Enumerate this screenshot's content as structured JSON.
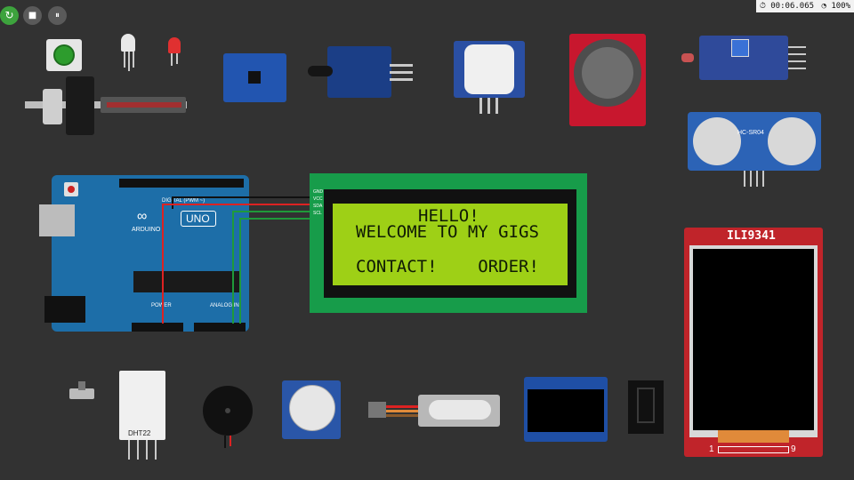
{
  "toolbar": {
    "restart_label": "↻",
    "stop_label": "■",
    "pause_label": "⏸"
  },
  "status": {
    "timer": "00:06.065",
    "speed": "100%"
  },
  "components": {
    "servo_board_label": "",
    "ultrasonic_label": "HC-SR04",
    "arduino_brand": "ARDUINO",
    "arduino_model": "UNO",
    "arduino_digital_label": "DIGITAL (PWM ~)",
    "arduino_analog_label": "ANALOG IN",
    "arduino_power_label": "POWER",
    "dht_label": "DHT22",
    "tft_title": "ILI9341",
    "tft_pin_first": "1",
    "tft_pin_last": "9",
    "lcd_pins": [
      "GND",
      "VCC",
      "SDA",
      "SCL"
    ]
  },
  "lcd": {
    "line1": "HELLO!",
    "line2": "WELCOME TO MY GIGS",
    "line3": "",
    "line4": "CONTACT!    ORDER!"
  },
  "icons": {
    "restart": "restart-icon",
    "stop": "stop-icon",
    "pause": "pause-icon",
    "timer": "stopwatch-icon",
    "speed": "speedometer-icon"
  },
  "colors": {
    "background": "#323232",
    "restart_button": "#3da33d",
    "control_button": "#5a5a5a",
    "lcd_frame": "#179c4a",
    "lcd_screen": "#9ed016",
    "arduino_blue": "#1d6ea8",
    "tft_red": "#c0242a"
  }
}
